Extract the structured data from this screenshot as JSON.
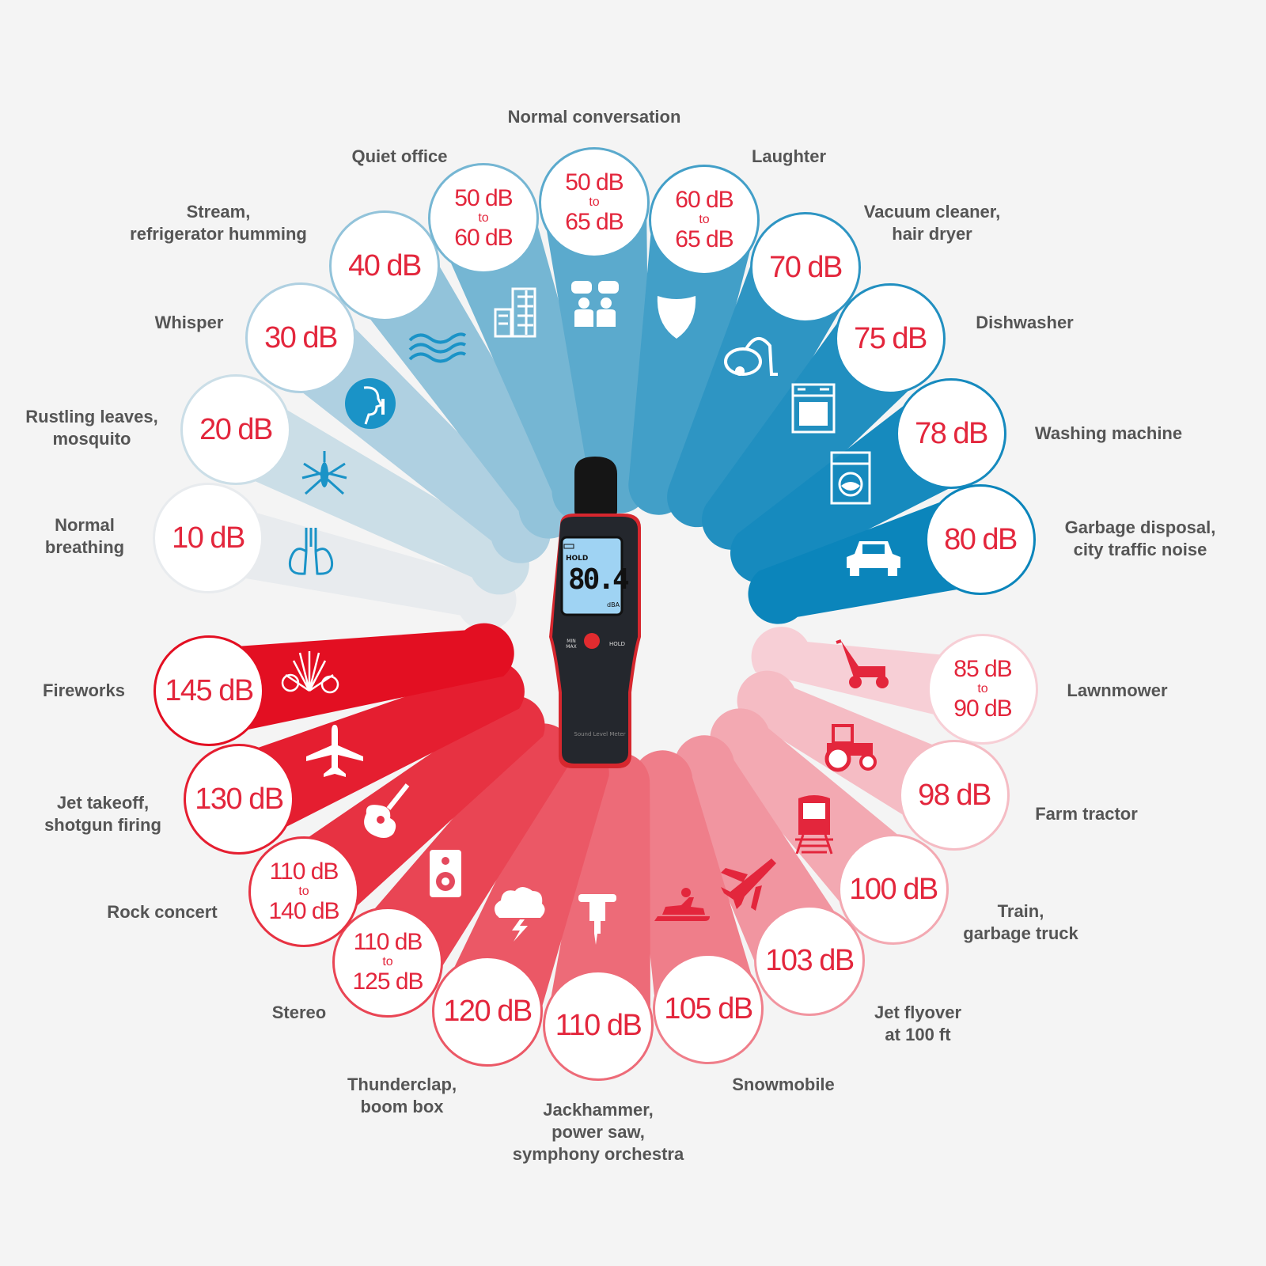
{
  "colors": {
    "quiet_light": "#e8ebee",
    "quiet_dark": "#0b85bb",
    "loud_light": "#f7cfd6",
    "loud_dark": "#e30f22",
    "value_text": "#e3263c",
    "label_text": "#555555",
    "background": "#f4f4f4"
  },
  "meter": {
    "reading": "80.4",
    "hold_label": "HOLD",
    "unit": "dBA",
    "minmax_label": "MIN\nMAX",
    "hold_button_label": "HOLD",
    "brand": "Sound Level Meter"
  },
  "levels": [
    {
      "level": "10 dB",
      "label": "Normal\nbreathing",
      "icon": "lungs-icon"
    },
    {
      "level": "20 dB",
      "label": "Rustling leaves,\nmosquito",
      "icon": "mosquito-icon"
    },
    {
      "level": "30 dB",
      "label": "Whisper",
      "icon": "whisper-icon"
    },
    {
      "level": "40 dB",
      "label": "Stream,\nrefrigerator humming",
      "icon": "waves-icon"
    },
    {
      "from": "50 dB",
      "sep": "to",
      "to": "60 dB",
      "label": "Quiet office",
      "icon": "office-building-icon"
    },
    {
      "from": "50 dB",
      "sep": "to",
      "to": "65 dB",
      "label": "Normal conversation",
      "icon": "conversation-icon"
    },
    {
      "from": "60 dB",
      "sep": "to",
      "to": "65 dB",
      "label": "Laughter",
      "icon": "laughing-mask-icon"
    },
    {
      "level": "70 dB",
      "label": "Vacuum cleaner,\nhair dryer",
      "icon": "vacuum-cleaner-icon"
    },
    {
      "level": "75 dB",
      "label": "Dishwasher",
      "icon": "dishwasher-icon"
    },
    {
      "level": "78 dB",
      "label": "Washing machine",
      "icon": "washing-machine-icon"
    },
    {
      "level": "80 dB",
      "label": "Garbage disposal,\ncity traffic noise",
      "icon": "car-icon"
    },
    {
      "from": "85 dB",
      "sep": "to",
      "to": "90 dB",
      "label": "Lawnmower",
      "icon": "lawnmower-icon"
    },
    {
      "level": "98 dB",
      "label": "Farm tractor",
      "icon": "tractor-icon"
    },
    {
      "level": "100 dB",
      "label": "Train,\ngarbage truck",
      "icon": "train-icon"
    },
    {
      "level": "103 dB",
      "label": "Jet flyover\nat 100 ft",
      "icon": "jet-flyover-icon"
    },
    {
      "level": "105 dB",
      "label": "Snowmobile",
      "icon": "snowmobile-icon"
    },
    {
      "level": "110 dB",
      "label": "Jackhammer,\npower saw,\nsymphony orchestra",
      "icon": "jackhammer-icon"
    },
    {
      "level": "120 dB",
      "label": "Thunderclap,\nboom box",
      "icon": "thunderstorm-icon"
    },
    {
      "from": "110 dB",
      "sep": "to",
      "to": "125 dB",
      "label": "Stereo",
      "icon": "speaker-icon"
    },
    {
      "from": "110 dB",
      "sep": "to",
      "to": "140 dB",
      "label": "Rock concert",
      "icon": "guitar-icon"
    },
    {
      "level": "130 dB",
      "label": "Jet takeoff,\nshotgun firing",
      "icon": "airplane-icon"
    },
    {
      "level": "145 dB",
      "label": "Fireworks",
      "icon": "fireworks-icon"
    }
  ]
}
